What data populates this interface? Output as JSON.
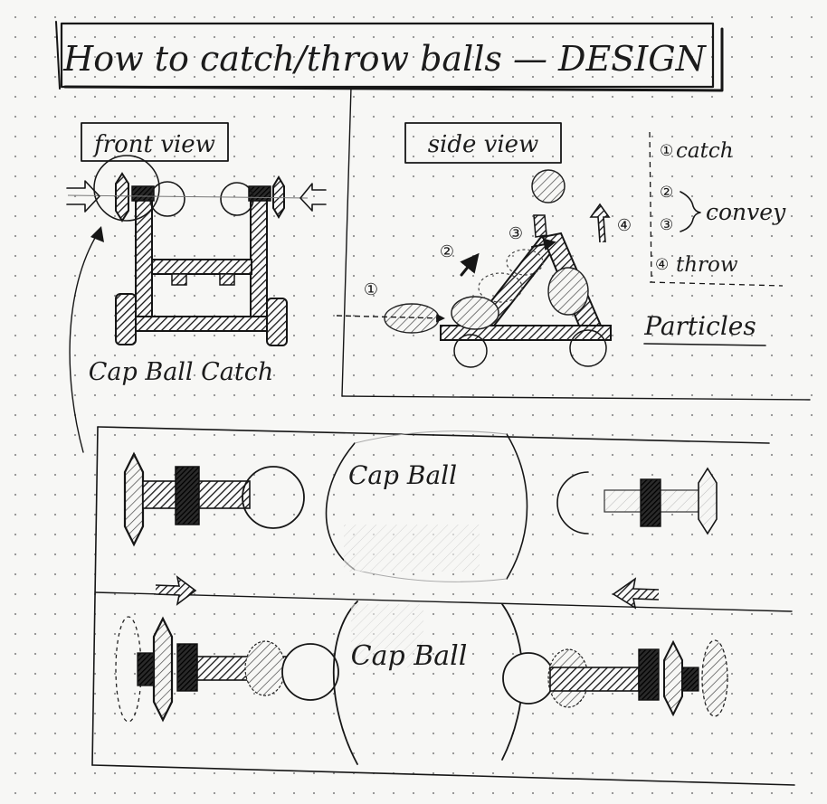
{
  "title": "How to catch/throw balls — DESIGN",
  "front_view": {
    "label": "front view",
    "caption": "Cap Ball Catch"
  },
  "side_view": {
    "label": "side view",
    "step_markers": [
      "①",
      "②",
      "③",
      "④"
    ]
  },
  "legend": {
    "items": [
      {
        "marker": "①",
        "text": "catch"
      },
      {
        "marker": "②",
        "text": ""
      },
      {
        "marker": "③",
        "text": ""
      },
      {
        "marker": "④",
        "text": "throw"
      }
    ],
    "convey_label": "convey"
  },
  "particles_label": "Particles",
  "detail": {
    "upper_ball_label": "Cap Ball",
    "lower_ball_label": "Cap Ball"
  }
}
